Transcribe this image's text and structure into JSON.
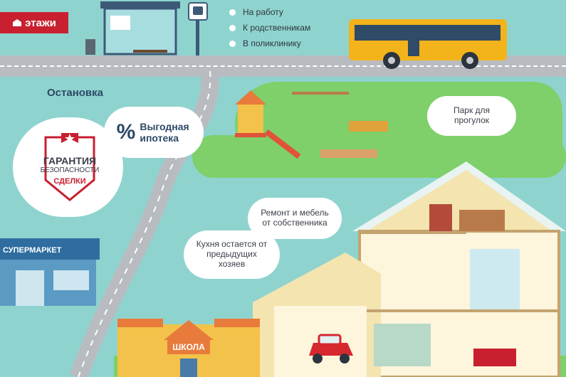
{
  "brand": {
    "logo_text": "этажи",
    "color": "#c8202f"
  },
  "destinations": [
    "На работу",
    "К родственникам",
    "В поликлинику"
  ],
  "labels": {
    "stop": "Остановка",
    "mortgage_percent": "%",
    "mortgage": "Выгодная ипотека",
    "park": "Парк для прогулок",
    "renovation": "Ремонт и мебель от собственника",
    "kitchen": "Кухня остается от предыдущих хозяев",
    "supermarket": "СУПЕРМАРКЕТ",
    "school": "ШКОЛА"
  },
  "badge": {
    "line1": "ГАРАНТИЯ",
    "line2": "БЕЗОПАСНОСТИ",
    "line3": "СДЕЛКИ"
  },
  "icons": [
    "bus-stop-sign-icon",
    "bus-icon",
    "house-icon",
    "car-icon",
    "star-icon"
  ]
}
